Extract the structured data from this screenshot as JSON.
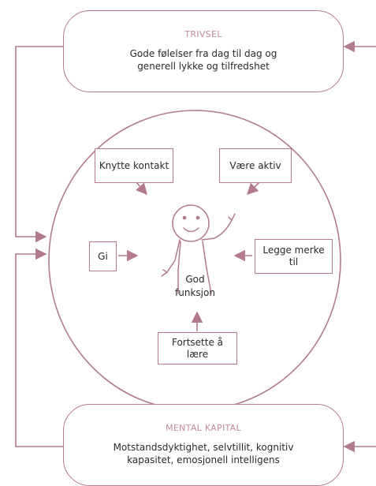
{
  "colors": {
    "line": "#b37a8d",
    "heading": "#c48a9d",
    "text": "#2a2a2a"
  },
  "top": {
    "heading": "TRIVSEL",
    "line1": "Gode følelser fra dag til dag og",
    "line2": "generell lykke og tilfredshet"
  },
  "bottom": {
    "heading": "MENTAL KAPITAL",
    "line1": "Motstandsdyktighet, selvtillit, kognitiv",
    "line2": "kapasitet, emosjonell intelligens"
  },
  "actions": {
    "connect": "Knytte kontakt",
    "active": "Være aktiv",
    "give": "Gi",
    "notice_line1": "Legge merke",
    "notice_line2": "til",
    "learn_line1": "Fortsette å",
    "learn_line2": "lære"
  },
  "center": {
    "line1": "God",
    "line2": "funksjon"
  },
  "icons": [
    "stick-figure-icon",
    "arrow-icon"
  ]
}
